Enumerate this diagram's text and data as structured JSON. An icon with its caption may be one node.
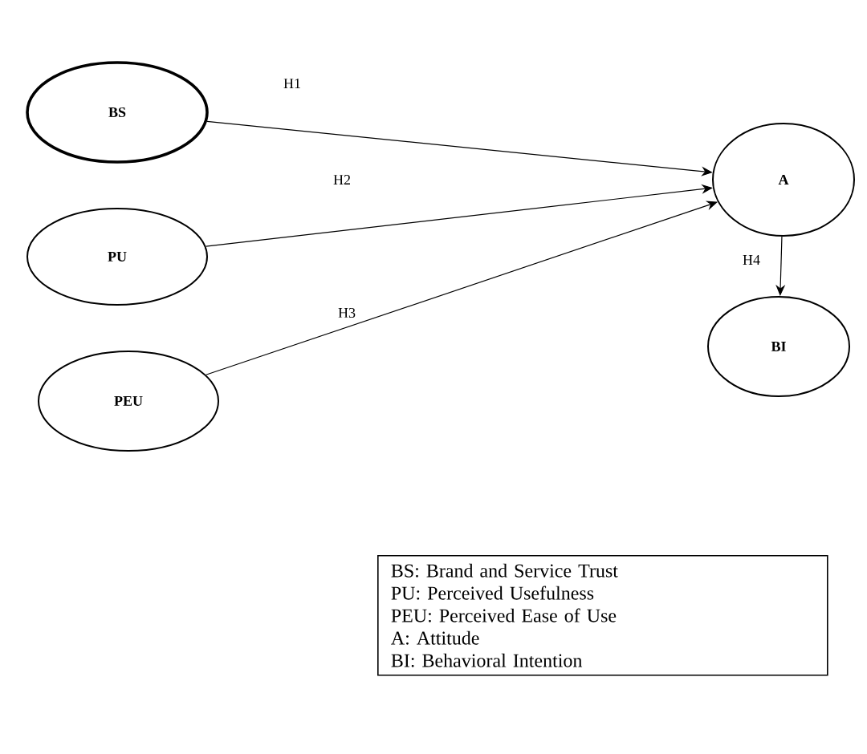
{
  "diagram": {
    "nodes": [
      {
        "text": [
          "BS"
        ]
      },
      {
        "text": [
          "PU"
        ]
      },
      {
        "text": [
          "PEU"
        ]
      },
      {
        "text": [
          "A"
        ]
      },
      {
        "text": [
          "BI"
        ]
      }
    ],
    "edges": [
      {
        "from": 0,
        "to": 3,
        "arrow": "to",
        "label": "H1"
      },
      {
        "from": 1,
        "to": 3,
        "arrow": "to",
        "label": "H2"
      },
      {
        "from": 2,
        "to": 3,
        "arrow": "to",
        "label": "H3"
      },
      {
        "from": 3,
        "to": 4,
        "arrow": "to",
        "label": "H4"
      }
    ],
    "labels": [
      "BS: Brand and Service Trust",
      "PU: Perceived Usefulness",
      "PEU: Perceived Ease of Use",
      "A: Attitude",
      "BI: Behavioral Intention"
    ]
  }
}
